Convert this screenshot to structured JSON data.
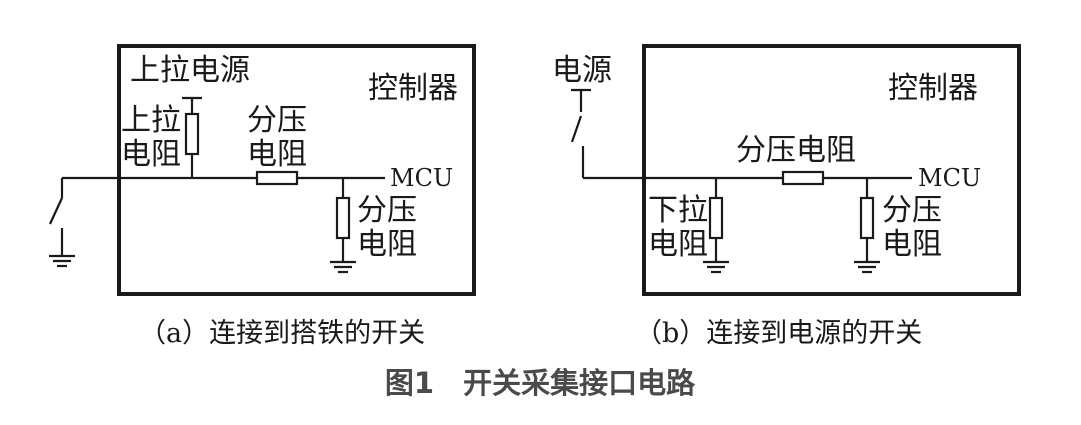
{
  "figure_title": "图1　开关采集接口电路",
  "panel_a": {
    "caption": "（a）连接到搭铁的开关",
    "controller_label": "控制器",
    "pullup_power_label": "上拉电源",
    "pullup_resistor_label_1": "上拉",
    "pullup_resistor_label_2": "电阻",
    "divider_resistor_label_1": "分压",
    "divider_resistor_label_2": "电阻",
    "divider_resistor2_label_1": "分压",
    "divider_resistor2_label_2": "电阻",
    "mcu_label": "MCU"
  },
  "panel_b": {
    "caption": "（b）连接到电源的开关",
    "controller_label": "控制器",
    "power_label": "电源",
    "divider_resistor_label": "分压电阻",
    "pulldown_resistor_label_1": "下拉",
    "pulldown_resistor_label_2": "电阻",
    "divider_resistor2_label_1": "分压",
    "divider_resistor2_label_2": "电阻",
    "mcu_label": "MCU"
  },
  "colors": {
    "line": "#1a1a1a",
    "figure_title": "#4a4a4a",
    "background": "#ffffff"
  }
}
